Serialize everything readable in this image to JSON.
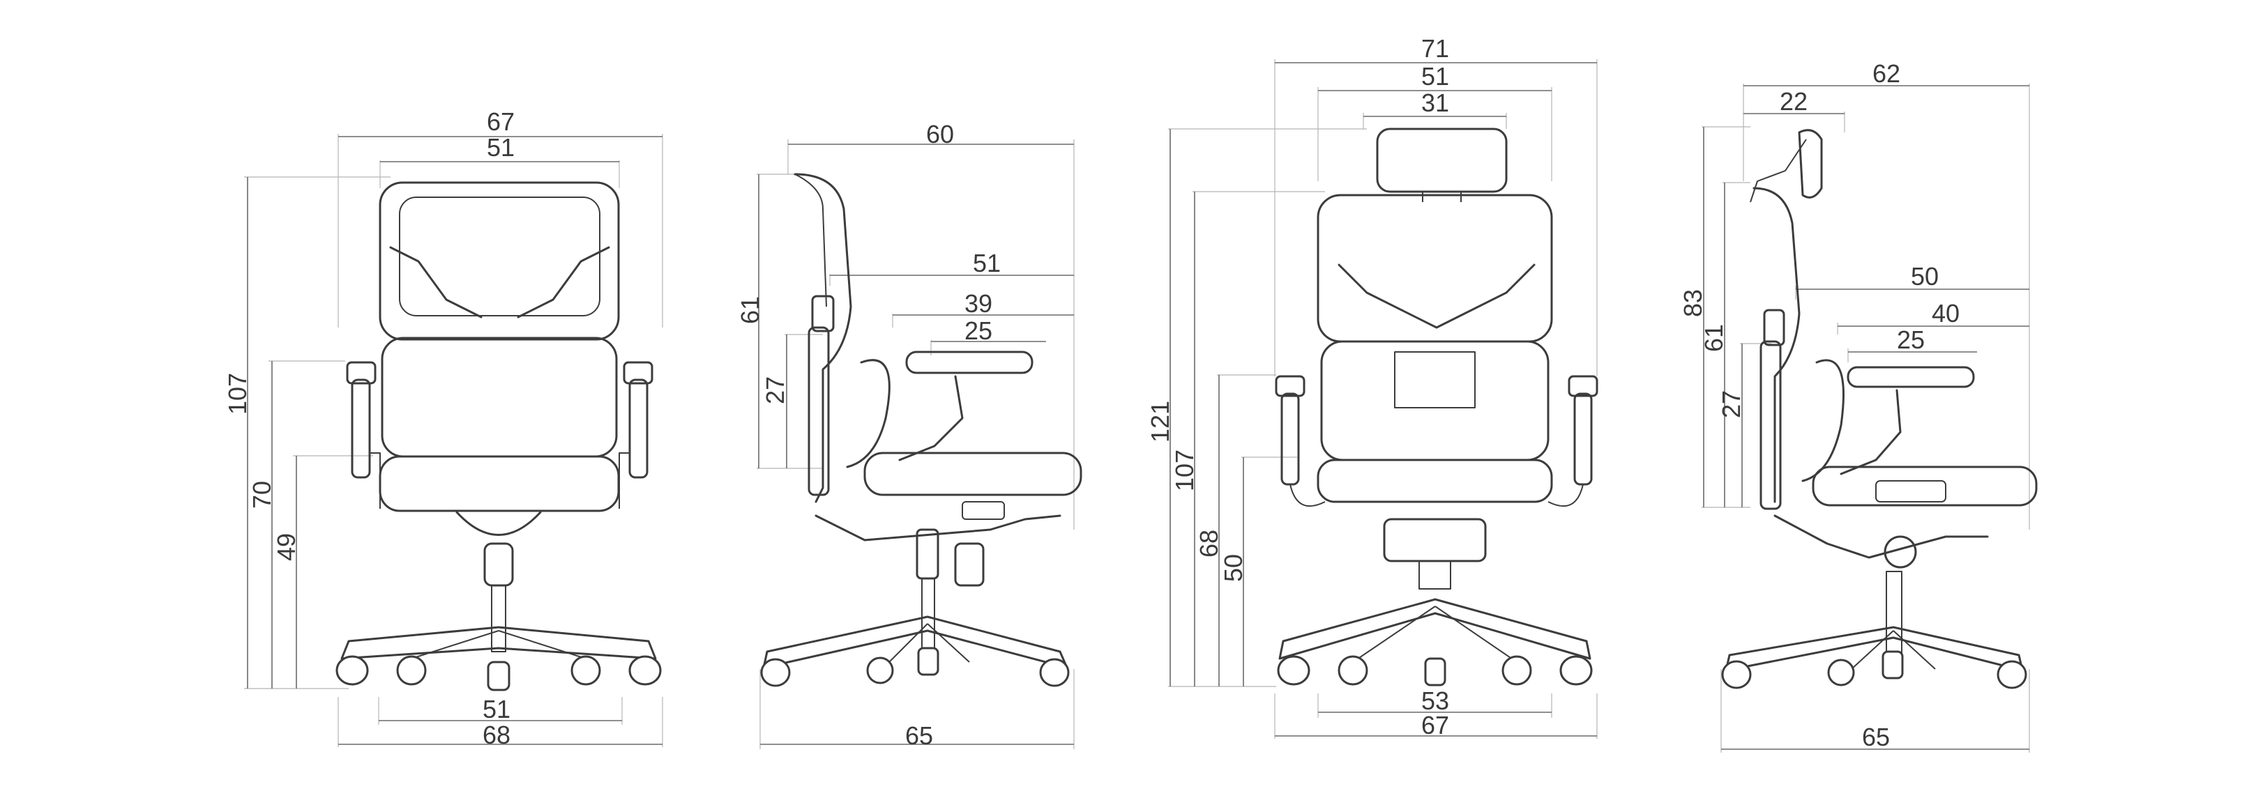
{
  "views": [
    {
      "id": "front-standard",
      "dimensions": {
        "overall_width": "67",
        "backrest_width": "51",
        "total_height": "107",
        "armrest_height": "70",
        "seat_height": "49",
        "wheelbase_inner": "51",
        "base_width": "68"
      }
    },
    {
      "id": "side-standard",
      "dimensions": {
        "overall_depth": "60",
        "seat_depth": "51",
        "armrest_depth": "39",
        "armrest_pad": "25",
        "backrest_height": "61",
        "armrest_above_seat": "27",
        "base_depth": "65"
      }
    },
    {
      "id": "front-headrest",
      "dimensions": {
        "overall_width": "71",
        "backrest_width": "51",
        "headrest_width": "31",
        "total_height": "121",
        "back_top_height": "107",
        "armrest_height": "68",
        "seat_height": "50",
        "wheelbase_inner": "53",
        "base_width": "67"
      }
    },
    {
      "id": "side-headrest",
      "dimensions": {
        "overall_depth": "62",
        "headrest_depth": "22",
        "seat_depth": "50",
        "armrest_depth": "40",
        "armrest_pad": "25",
        "back_with_headrest": "83",
        "backrest_height": "61",
        "armrest_above_seat": "27",
        "base_depth": "65"
      }
    }
  ]
}
